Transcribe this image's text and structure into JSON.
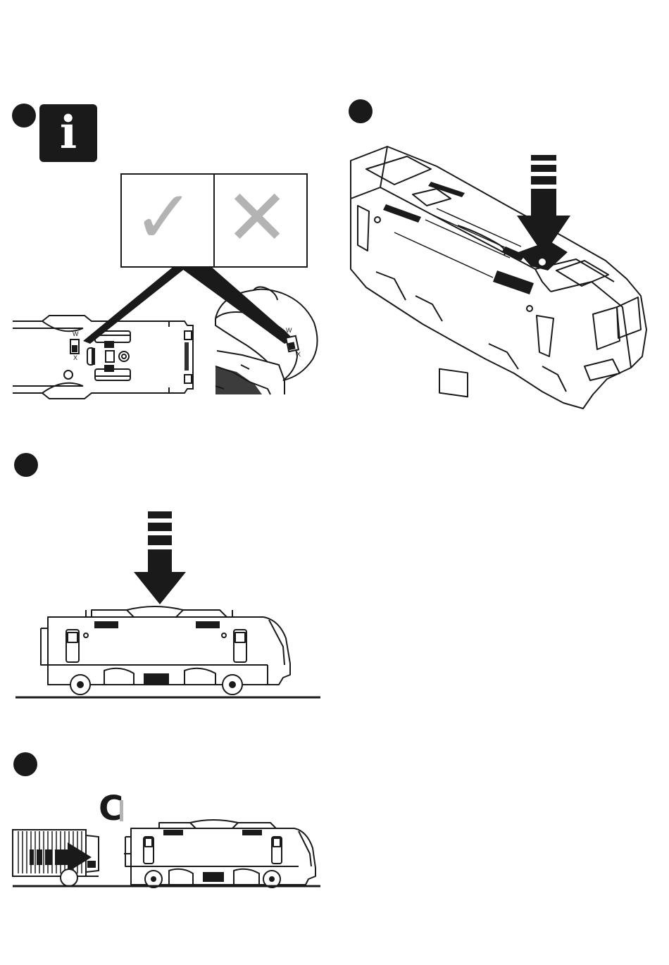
{
  "steps": [
    {
      "id": "step-1"
    },
    {
      "id": "step-2"
    },
    {
      "id": "step-3"
    },
    {
      "id": "step-4"
    }
  ],
  "info": {
    "glyph": "i"
  },
  "panel": {
    "check_glyph": "✓",
    "cross_glyph": "✕"
  },
  "switch_labels": {
    "w": "W",
    "x": "X"
  },
  "coupler": {
    "glyph": "C"
  },
  "colors": {
    "ink": "#1a1a1a",
    "grey_mark": "#b3b3b3",
    "background": "#ffffff"
  }
}
